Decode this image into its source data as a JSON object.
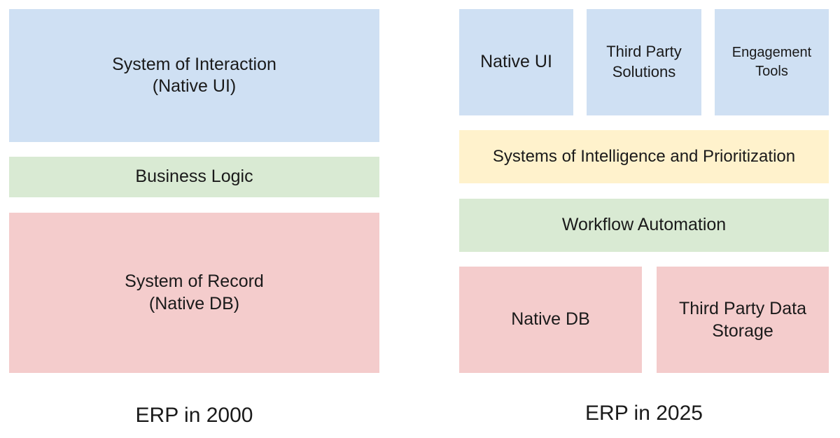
{
  "colors": {
    "interaction": "#cfe0f3",
    "logic": "#d9ead3",
    "intelligence": "#fff2cc",
    "record": "#f4cccc"
  },
  "erp_2000": {
    "caption": "ERP in 2000",
    "interaction": {
      "line1": "System of Interaction",
      "line2": "(Native UI)"
    },
    "logic": {
      "label": "Business Logic"
    },
    "record": {
      "line1": "System of Record",
      "line2": "(Native DB)"
    }
  },
  "erp_2025": {
    "caption": "ERP in 2025",
    "native_ui": {
      "label": "Native UI"
    },
    "third_party_solutions": {
      "line1": "Third Party",
      "line2": "Solutions"
    },
    "engagement_tools": {
      "line1": "Engagement",
      "line2": "Tools"
    },
    "intelligence": {
      "label": "Systems of Intelligence and Prioritization"
    },
    "workflow": {
      "label": "Workflow Automation"
    },
    "native_db": {
      "label": "Native DB"
    },
    "third_party_storage": {
      "line1": "Third Party Data",
      "line2": "Storage"
    }
  }
}
